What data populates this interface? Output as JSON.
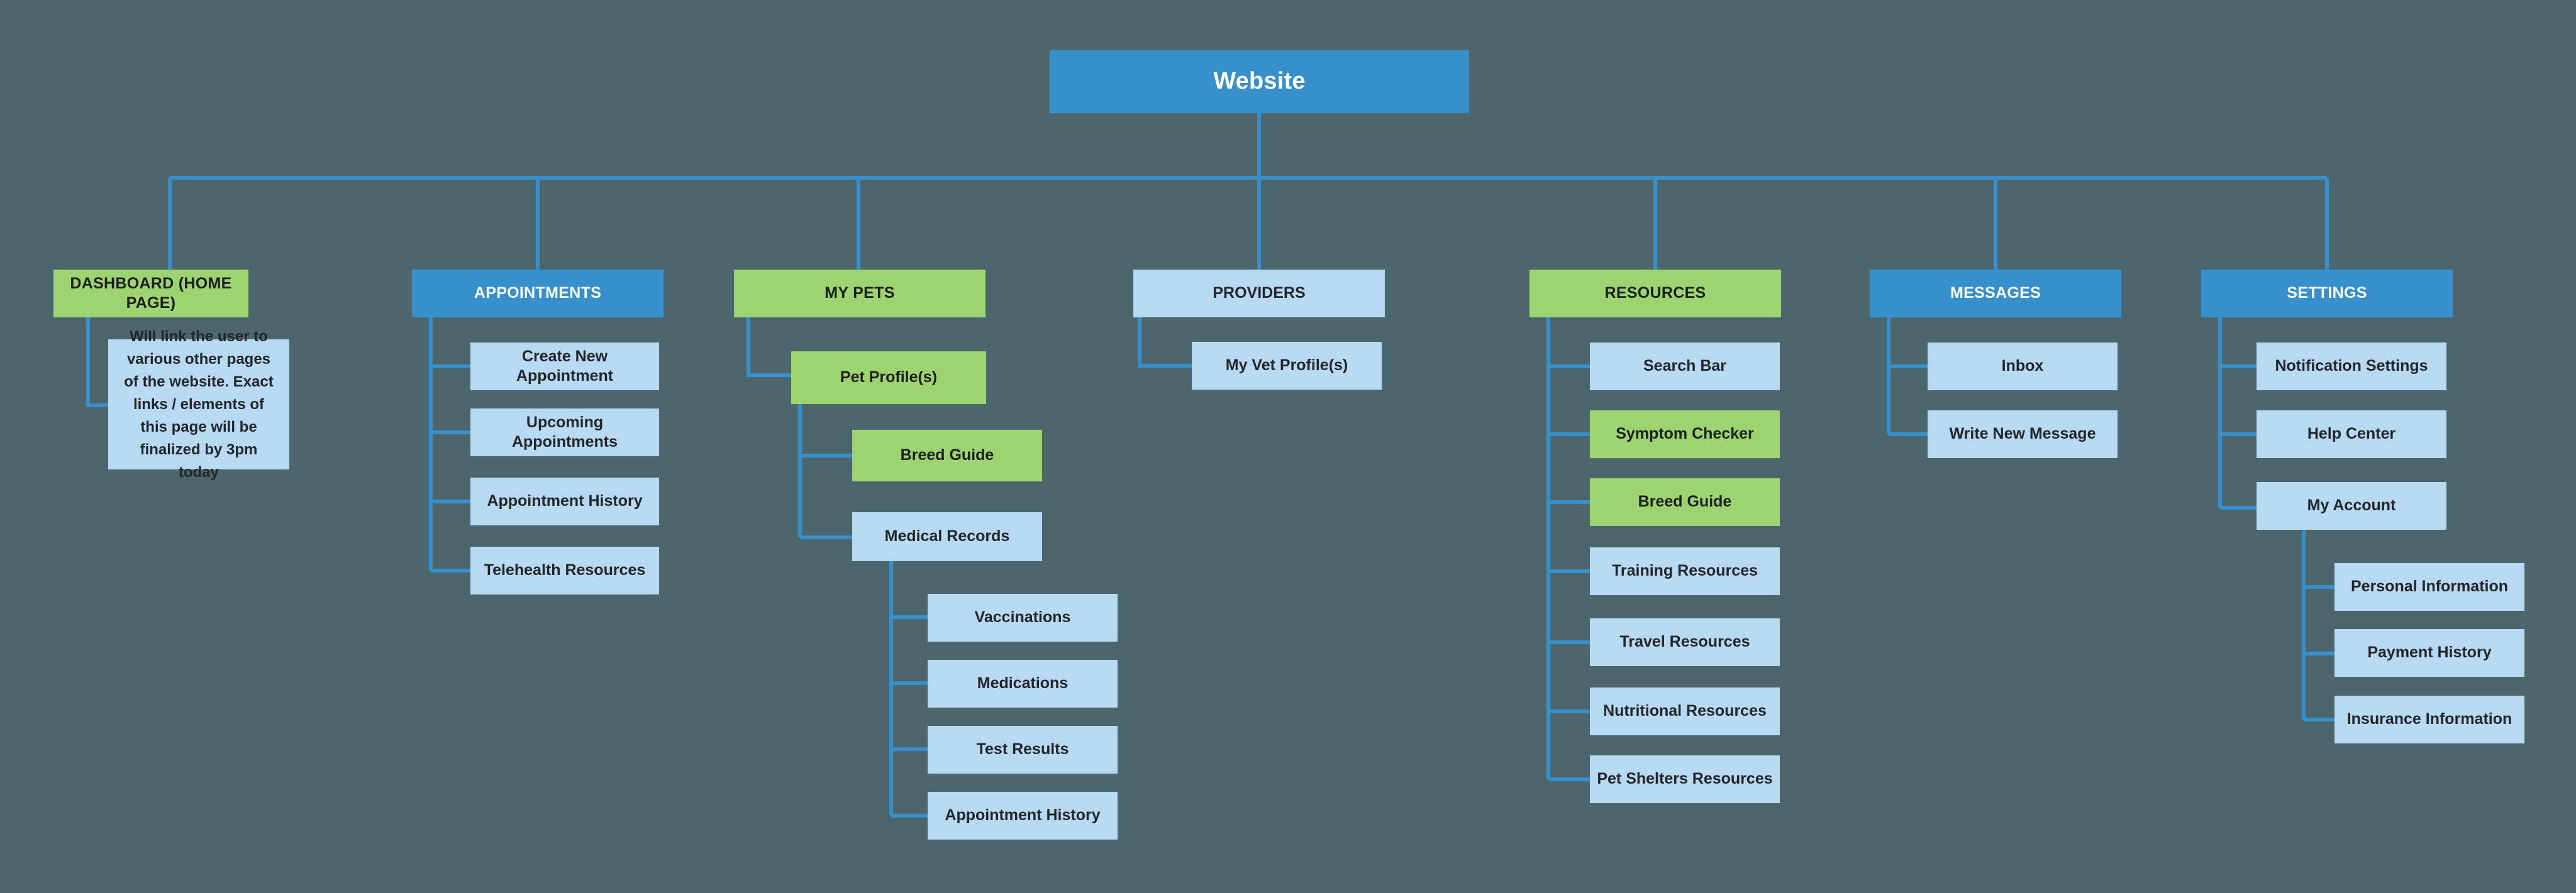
{
  "diagram": {
    "title": "Website",
    "background_color": "#4c666e",
    "connector_color": "#3790cb",
    "palette": {
      "root_blue": "#3790cb",
      "section_blue": "#3790cb",
      "green": "#9dd46f",
      "light_blue": "#b8d9f2",
      "text_dark": "#232629",
      "text_light": "#ffffff"
    }
  },
  "root": {
    "label": "Website",
    "style": "blue"
  },
  "sections": [
    {
      "label": "DASHBOARD (HOME PAGE)",
      "style": "green",
      "children": [
        {
          "label": "Will link the user to various other pages of the website. Exact links / elements of this page will be finalized by 3pm today",
          "style": "note"
        }
      ]
    },
    {
      "label": "APPOINTMENTS",
      "style": "blue",
      "children": [
        {
          "label": "Create New Appointment",
          "style": "light"
        },
        {
          "label": "Upcoming Appointments",
          "style": "light"
        },
        {
          "label": "Appointment History",
          "style": "light"
        },
        {
          "label": "Telehealth Resources",
          "style": "light"
        }
      ]
    },
    {
      "label": "MY PETS",
      "style": "green",
      "children": [
        {
          "label": "Pet Profile(s)",
          "style": "green",
          "children": [
            {
              "label": "Breed Guide",
              "style": "green"
            },
            {
              "label": "Medical Records",
              "style": "light",
              "children": [
                {
                  "label": "Vaccinations",
                  "style": "light"
                },
                {
                  "label": "Medications",
                  "style": "light"
                },
                {
                  "label": "Test Results",
                  "style": "light"
                },
                {
                  "label": "Appointment History",
                  "style": "light"
                }
              ]
            }
          ]
        }
      ]
    },
    {
      "label": "PROVIDERS",
      "style": "light",
      "children": [
        {
          "label": "My Vet Profile(s)",
          "style": "light"
        }
      ]
    },
    {
      "label": "RESOURCES",
      "style": "green",
      "children": [
        {
          "label": "Search Bar",
          "style": "light"
        },
        {
          "label": "Symptom Checker",
          "style": "green"
        },
        {
          "label": "Breed Guide",
          "style": "green"
        },
        {
          "label": "Training Resources",
          "style": "light"
        },
        {
          "label": "Travel Resources",
          "style": "light"
        },
        {
          "label": "Nutritional Resources",
          "style": "light"
        },
        {
          "label": "Pet Shelters Resources",
          "style": "light"
        }
      ]
    },
    {
      "label": "MESSAGES",
      "style": "blue",
      "children": [
        {
          "label": "Inbox",
          "style": "light"
        },
        {
          "label": "Write New Message",
          "style": "light"
        }
      ]
    },
    {
      "label": "SETTINGS",
      "style": "blue",
      "children": [
        {
          "label": "Notification Settings",
          "style": "light"
        },
        {
          "label": "Help Center",
          "style": "light"
        },
        {
          "label": "My Account",
          "style": "light",
          "children": [
            {
              "label": "Personal Information",
              "style": "light"
            },
            {
              "label": "Payment History",
              "style": "light"
            },
            {
              "label": "Insurance Information",
              "style": "light"
            }
          ]
        }
      ]
    }
  ]
}
